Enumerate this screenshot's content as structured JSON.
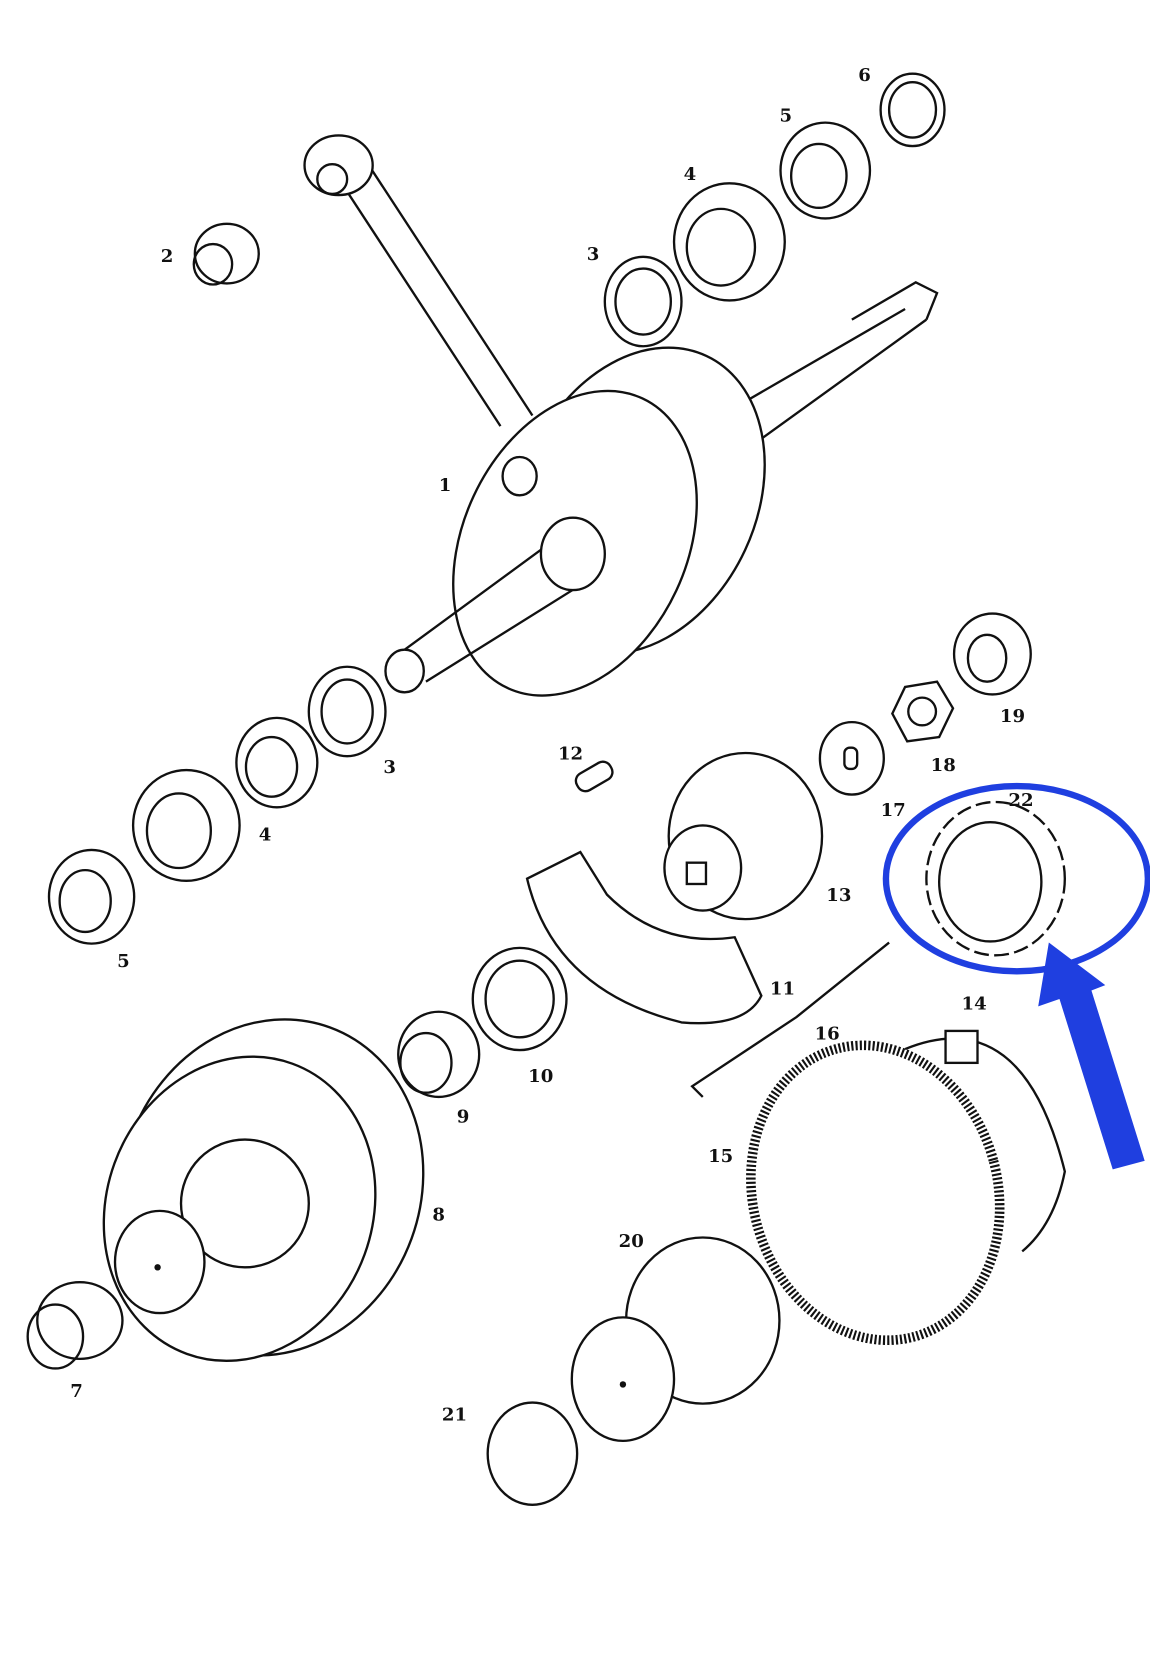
{
  "diagram": {
    "callout_numbers": {
      "crankshaft": "1",
      "bushing": "2",
      "washer_top": "3",
      "bearing_top": "4",
      "seal_top": "5",
      "shim_top": "6",
      "washer_bottom": "3",
      "bearing_bottom": "4",
      "seal_bottom": "5",
      "sleeve": "7",
      "clutch_drum": "8",
      "needle_bearing": "9",
      "thrust_washer": "10",
      "clutch_shoe": "11",
      "pin": "12",
      "shoe_carrier": "13",
      "shoe_spring_clip": "14",
      "spring": "15",
      "group_bracket": "16",
      "lock_washer": "17",
      "nut": "18",
      "end_bearing": "19",
      "starter_gear": "20",
      "circlip": "21",
      "tab_washer": "22"
    },
    "highlight": {
      "target_part": "22",
      "color": "#1f3fe0",
      "markers": [
        "highlight-ellipse",
        "arrow-pointer"
      ]
    }
  }
}
